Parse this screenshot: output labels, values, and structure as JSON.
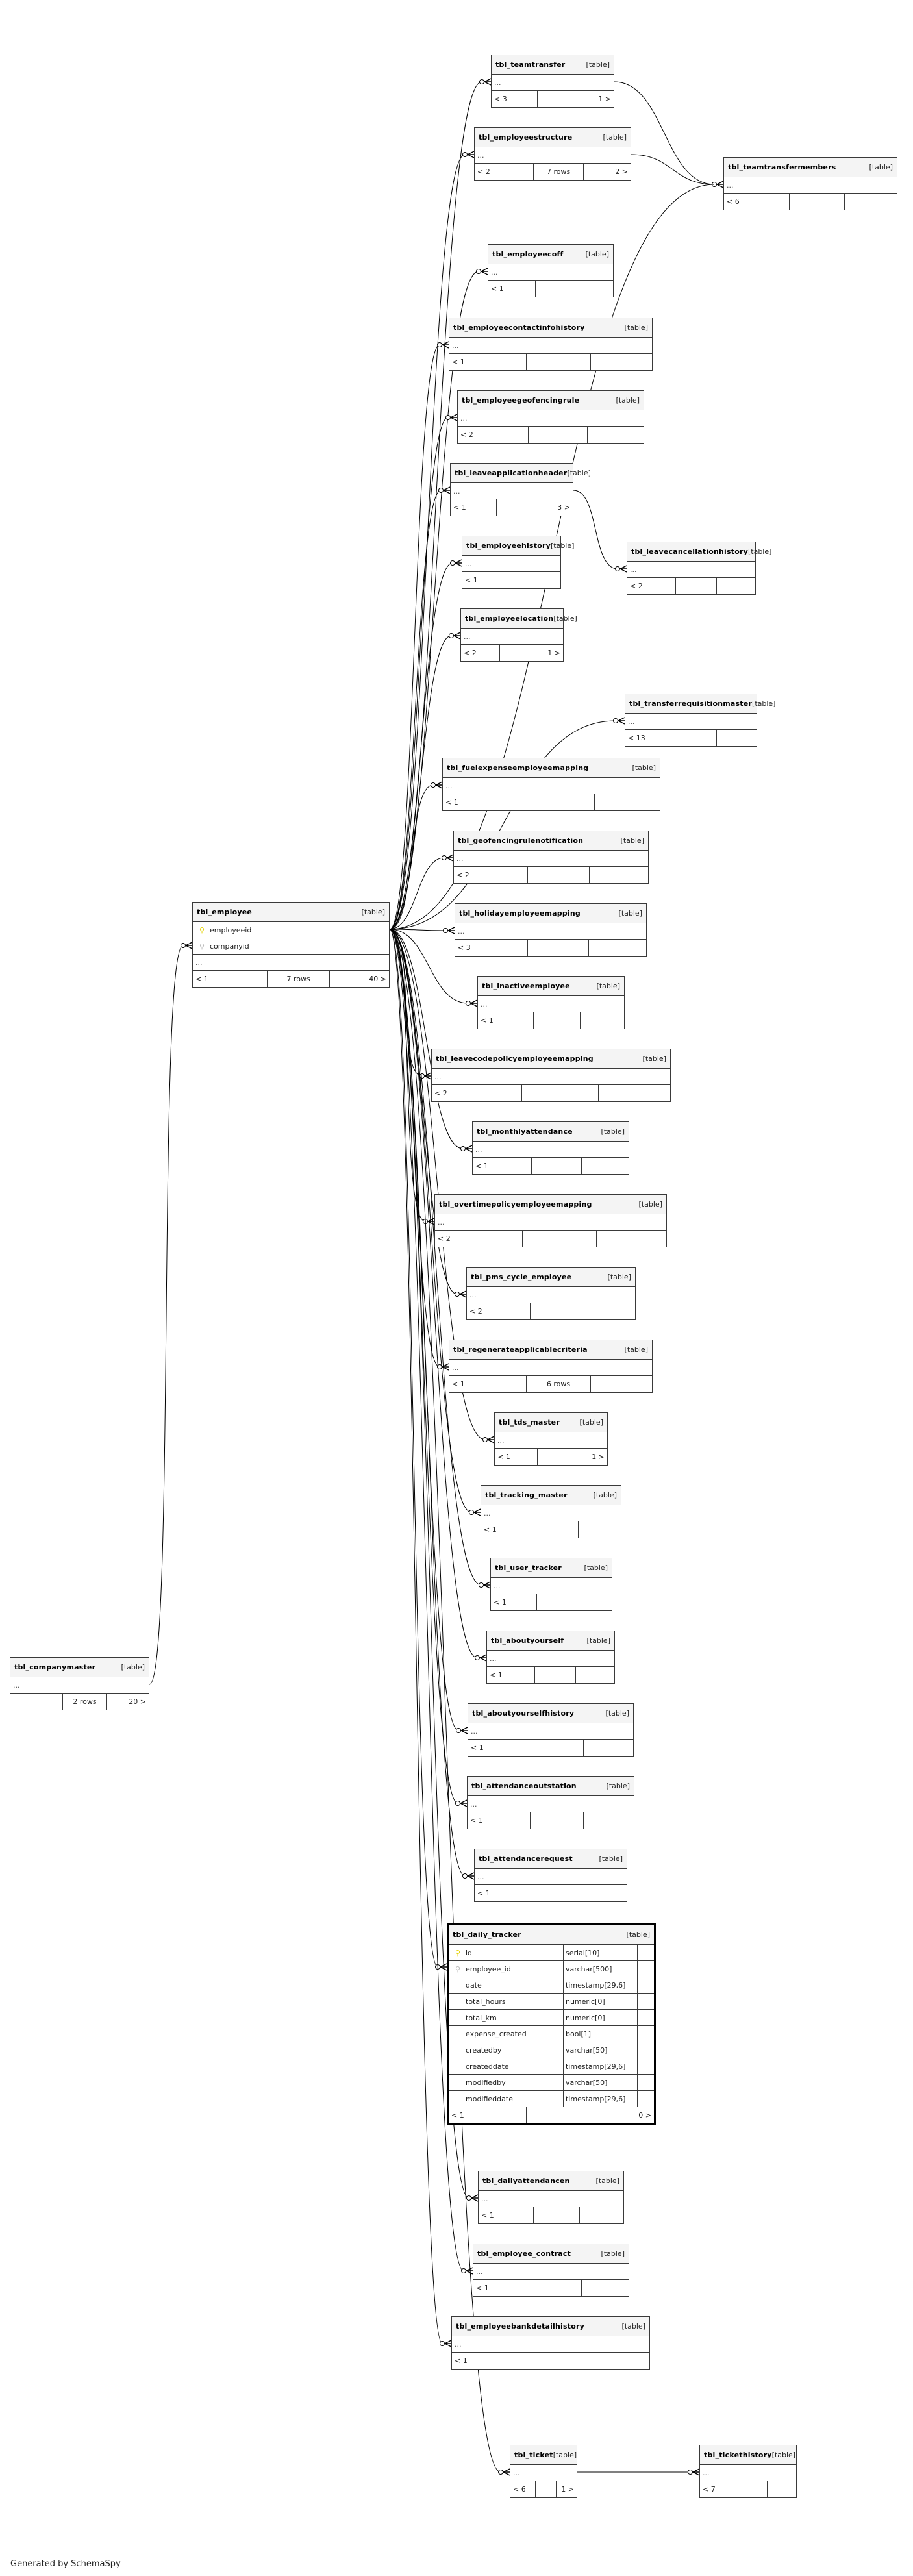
{
  "diagram": {
    "type_label": "[table]",
    "ellipsis": "...",
    "footer_text": "Generated by SchemaSpy",
    "tables": [
      {
        "id": "teamtransfer",
        "name": "tbl_teamtransfer",
        "parents": "< 3",
        "rows": "",
        "children": "1 >"
      },
      {
        "id": "employeestructure",
        "name": "tbl_employeestructure",
        "parents": "< 2",
        "rows": "7 rows",
        "children": "2 >"
      },
      {
        "id": "teamtransfermembers",
        "name": "tbl_teamtransfermembers",
        "parents": "< 6",
        "rows": "",
        "children": ""
      },
      {
        "id": "employeecoff",
        "name": "tbl_employeecoff",
        "parents": "< 1",
        "rows": "",
        "children": ""
      },
      {
        "id": "employeecontactinfohistory",
        "name": "tbl_employeecontactinfohistory",
        "parents": "< 1",
        "rows": "",
        "children": ""
      },
      {
        "id": "employeegeofencingrule",
        "name": "tbl_employeegeofencingrule",
        "parents": "< 2",
        "rows": "",
        "children": ""
      },
      {
        "id": "leaveapplicationheader",
        "name": "tbl_leaveapplicationheader",
        "parents": "< 1",
        "rows": "",
        "children": "3 >"
      },
      {
        "id": "employeehistory",
        "name": "tbl_employeehistory",
        "parents": "< 1",
        "rows": "",
        "children": ""
      },
      {
        "id": "employeelocation",
        "name": "tbl_employeelocation",
        "parents": "< 2",
        "rows": "",
        "children": "1 >"
      },
      {
        "id": "leavecancellationhistory",
        "name": "tbl_leavecancellationhistory",
        "parents": "< 2",
        "rows": "",
        "children": ""
      },
      {
        "id": "transferrequisitionmaster",
        "name": "tbl_transferrequisitionmaster",
        "parents": "< 13",
        "rows": "",
        "children": ""
      },
      {
        "id": "fuelexpenseemployeemapping",
        "name": "tbl_fuelexpenseemployeemapping",
        "parents": "< 1",
        "rows": "",
        "children": ""
      },
      {
        "id": "geofencingrulenotification",
        "name": "tbl_geofencingrulenotification",
        "parents": "< 2",
        "rows": "",
        "children": ""
      },
      {
        "id": "employee",
        "name": "tbl_employee",
        "parents": "< 1",
        "rows": "7 rows",
        "children": "40 >",
        "columns": [
          {
            "name": "employeeid",
            "key": "pk"
          },
          {
            "name": "companyid",
            "key": "fk"
          }
        ]
      },
      {
        "id": "holidayemployeemapping",
        "name": "tbl_holidayemployeemapping",
        "parents": "< 3",
        "rows": "",
        "children": ""
      },
      {
        "id": "inactiveemployee",
        "name": "tbl_inactiveemployee",
        "parents": "< 1",
        "rows": "",
        "children": ""
      },
      {
        "id": "leavecodepolicyemployeemapping",
        "name": "tbl_leavecodepolicyemployeemapping",
        "parents": "< 2",
        "rows": "",
        "children": ""
      },
      {
        "id": "monthlyattendance",
        "name": "tbl_monthlyattendance",
        "parents": "< 1",
        "rows": "",
        "children": ""
      },
      {
        "id": "overtimepolicyemployeemapping",
        "name": "tbl_overtimepolicyemployeemapping",
        "parents": "< 2",
        "rows": "",
        "children": ""
      },
      {
        "id": "pms_cycle_employee",
        "name": "tbl_pms_cycle_employee",
        "parents": "< 2",
        "rows": "",
        "children": ""
      },
      {
        "id": "regenerateapplicablecriteria",
        "name": "tbl_regenerateapplicablecriteria",
        "parents": "< 1",
        "rows": "6 rows",
        "children": ""
      },
      {
        "id": "tds_master",
        "name": "tbl_tds_master",
        "parents": "< 1",
        "rows": "",
        "children": "1 >"
      },
      {
        "id": "tracking_master",
        "name": "tbl_tracking_master",
        "parents": "< 1",
        "rows": "",
        "children": ""
      },
      {
        "id": "user_tracker",
        "name": "tbl_user_tracker",
        "parents": "< 1",
        "rows": "",
        "children": ""
      },
      {
        "id": "aboutyourself",
        "name": "tbl_aboutyourself",
        "parents": "< 1",
        "rows": "",
        "children": ""
      },
      {
        "id": "aboutyourselfhistory",
        "name": "tbl_aboutyourselfhistory",
        "parents": "< 1",
        "rows": "",
        "children": ""
      },
      {
        "id": "attendanceoutstation",
        "name": "tbl_attendanceoutstation",
        "parents": "< 1",
        "rows": "",
        "children": ""
      },
      {
        "id": "attendancerequest",
        "name": "tbl_attendancerequest",
        "parents": "< 1",
        "rows": "",
        "children": ""
      },
      {
        "id": "daily_tracker",
        "name": "tbl_daily_tracker",
        "parents": "< 1",
        "rows": "",
        "children": "0 >",
        "focus": true,
        "columns": [
          {
            "name": "id",
            "type": "serial[10]",
            "key": "pk"
          },
          {
            "name": "employee_id",
            "type": "varchar[500]",
            "key": "fk"
          },
          {
            "name": "date",
            "type": "timestamp[29,6]",
            "key": "none"
          },
          {
            "name": "total_hours",
            "type": "numeric[0]",
            "key": "none"
          },
          {
            "name": "total_km",
            "type": "numeric[0]",
            "key": "none"
          },
          {
            "name": "expense_created",
            "type": "bool[1]",
            "key": "none"
          },
          {
            "name": "createdby",
            "type": "varchar[50]",
            "key": "none"
          },
          {
            "name": "createddate",
            "type": "timestamp[29,6]",
            "key": "none"
          },
          {
            "name": "modifiedby",
            "type": "varchar[50]",
            "key": "none"
          },
          {
            "name": "modifieddate",
            "type": "timestamp[29,6]",
            "key": "none"
          }
        ]
      },
      {
        "id": "dailyattendancen",
        "name": "tbl_dailyattendancen",
        "parents": "< 1",
        "rows": "",
        "children": ""
      },
      {
        "id": "employee_contract",
        "name": "tbl_employee_contract",
        "parents": "< 1",
        "rows": "",
        "children": ""
      },
      {
        "id": "employeebankdetailhistory",
        "name": "tbl_employeebankdetailhistory",
        "parents": "< 1",
        "rows": "",
        "children": ""
      },
      {
        "id": "ticket",
        "name": "tbl_ticket",
        "parents": "< 6",
        "rows": "",
        "children": "1 >"
      },
      {
        "id": "tickethistory",
        "name": "tbl_tickethistory",
        "parents": "< 7",
        "rows": "",
        "children": ""
      },
      {
        "id": "companymaster",
        "name": "tbl_companymaster",
        "parents": "",
        "rows": "2 rows",
        "children": "20 >"
      }
    ]
  }
}
